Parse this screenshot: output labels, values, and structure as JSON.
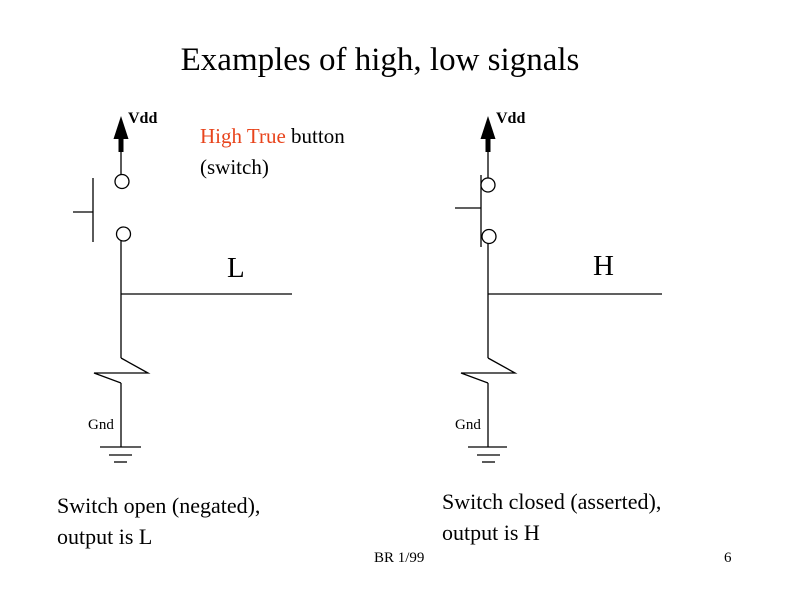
{
  "slide": {
    "title": "Examples of high, low signals",
    "footer": "BR 1/99",
    "page_number": "6",
    "background_color": "#ffffff",
    "text_color": "#000000"
  },
  "annotation": {
    "highlight_text": "High True",
    "rest_text": " button",
    "line2": "(switch)",
    "highlight_color": "#e8441c"
  },
  "left_circuit": {
    "switch_state": "open",
    "vdd_label": "Vdd",
    "gnd_label": "Gnd",
    "output_label": "L",
    "caption_line1": "Switch open (negated),",
    "caption_line2": "output is L"
  },
  "right_circuit": {
    "switch_state": "closed",
    "vdd_label": "Vdd",
    "gnd_label": "Gnd",
    "output_label": "H",
    "caption_line1": "Switch closed (asserted),",
    "caption_line2": "output is H"
  }
}
